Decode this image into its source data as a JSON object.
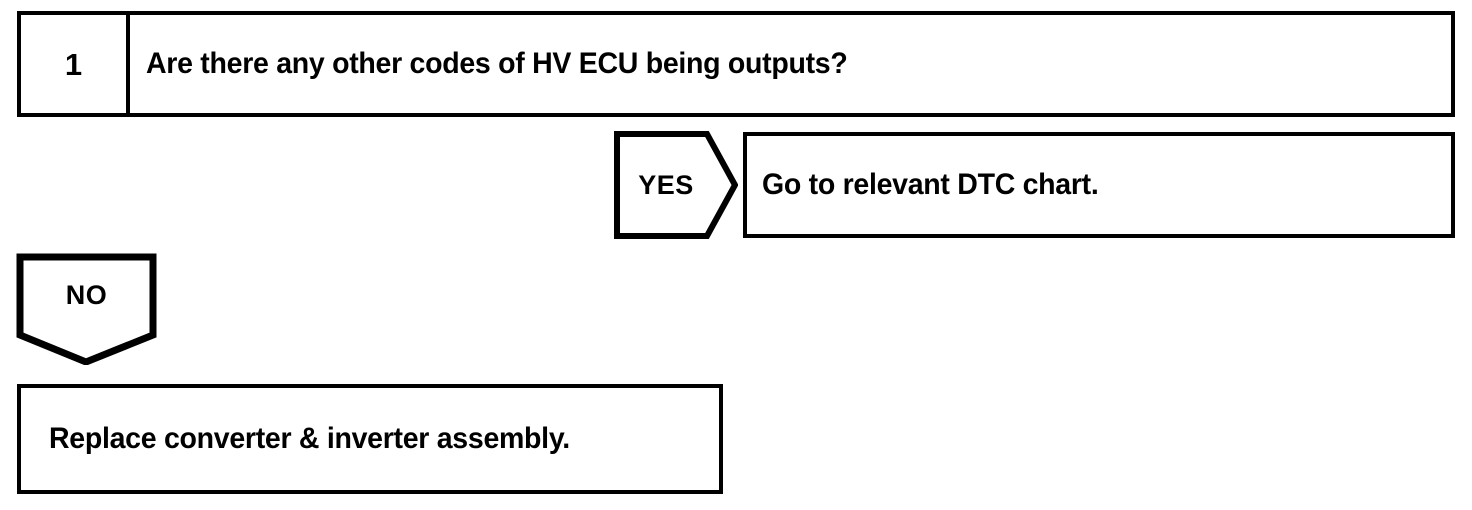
{
  "flowchart": {
    "step": {
      "number": "1",
      "question": "Are there any other codes of HV ECU being outputs?"
    },
    "branches": [
      {
        "label": "YES",
        "direction": "right",
        "action": "Go to relevant DTC chart."
      },
      {
        "label": "NO",
        "direction": "down",
        "action": "Replace converter & inverter assembly."
      }
    ],
    "colors": {
      "stroke": "#000000",
      "background": "#ffffff",
      "text": "#000000"
    }
  }
}
